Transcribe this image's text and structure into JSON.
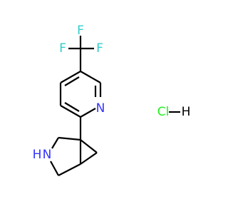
{
  "molecule": {
    "atoms": {
      "f_top": "F",
      "f_left": "F",
      "f_right": "F",
      "pyridine_n": "N",
      "amine_n": "N",
      "amine_h": "H",
      "chlorine": "Cl",
      "hydrogen": "H"
    }
  },
  "colors": {
    "fluorine": "#33CCCC",
    "nitrogen": "#3333FF",
    "chlorine": "#1FF01F",
    "bond": "#000000",
    "background": "#FFFFFF"
  }
}
